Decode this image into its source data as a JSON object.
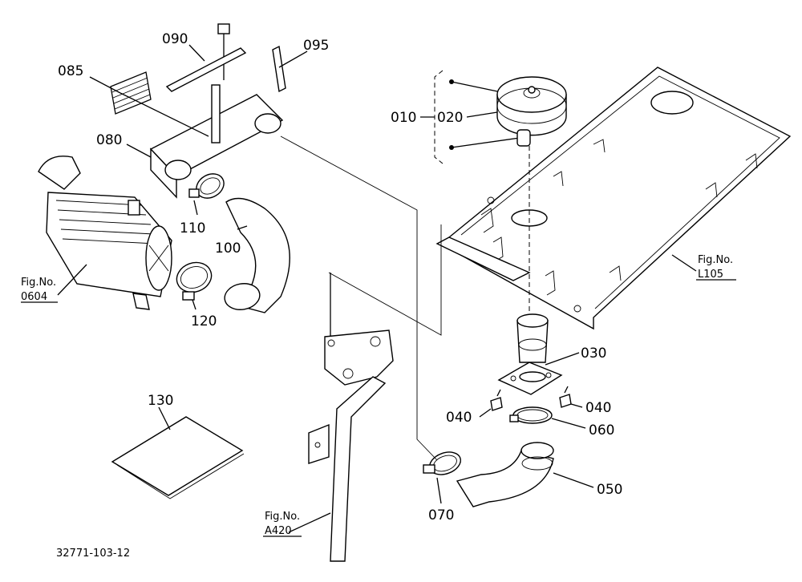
{
  "labels": {
    "p010": "010",
    "p020": "020",
    "p030": "030",
    "p040a": "040",
    "p040b": "040",
    "p050": "050",
    "p060": "060",
    "p070": "070",
    "p080": "080",
    "p085": "085",
    "p090": "090",
    "p095": "095",
    "p100": "100",
    "p110": "110",
    "p120": "120",
    "p130": "130"
  },
  "figure_refs": {
    "ref0604_line1": "Fig.No.",
    "ref0604_line2": "0604",
    "refL105_line1": "Fig.No.",
    "refL105_line2": "L105",
    "refA420_line1": "Fig.No.",
    "refA420_line2": "A420"
  },
  "drawing_number": "32771-103-12"
}
